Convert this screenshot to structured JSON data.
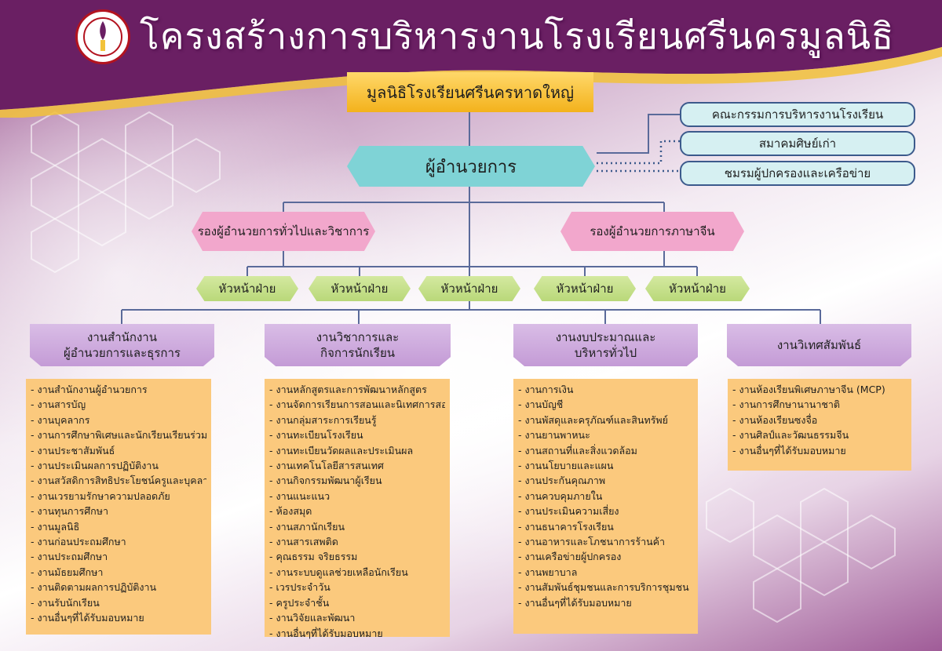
{
  "title": "โครงสร้างการบริหารงานโรงเรียนศรีนครมูลนิธิ",
  "logo": {
    "label": "school-emblem"
  },
  "top_box": "มูลนิธิโรงเรียนศรีนครหาดใหญ่",
  "director": "ผู้อำนวยการ",
  "side_boxes": [
    "คณะกรรมการบริหารงานโรงเรียน",
    "สมาคมศิษย์เก่า",
    "ชมรมผู้ปกครองและเครือข่าย"
  ],
  "deputies": [
    "รองผู้อำนวยการทั่วไปและวิชาการ",
    "รองผู้อำนวยการภาษาจีน"
  ],
  "heads": [
    "หัวหน้าฝ่าย",
    "หัวหน้าฝ่าย",
    "หัวหน้าฝ่าย",
    "หัวหน้าฝ่าย",
    "หัวหน้าฝ่าย"
  ],
  "departments": [
    {
      "title_1": "งานสำนักงาน",
      "title_2": "ผู้อำนวยการและธุรการ",
      "items": [
        "- งานสำนักงานผู้อำนวยการ",
        "- งานสารบัญ",
        "- งานบุคลากร",
        "- งานการศึกษาพิเศษและนักเรียนเรียนร่วม",
        "- งานประชาสัมพันธ์",
        "- งานประเมินผลการปฏิบัติงาน",
        "- งานสวัสดิการสิทธิประโยชน์ครูและบุคลากร",
        "- งานเวรยามรักษาความปลอดภัย",
        "- งานทุนการศึกษา",
        "- งานมูลนิธิ",
        "- งานก่อนประถมศึกษา",
        "- งานประถมศึกษา",
        "- งานมัธยมศึกษา",
        "- งานติดตามผลการปฏิบัติงาน",
        "- งานรับนักเรียน",
        "- งานอื่นๆที่ได้รับมอบหมาย"
      ]
    },
    {
      "title_1": "งานวิชาการและ",
      "title_2": "กิจการนักเรียน",
      "items": [
        "- งานหลักสูตรและการพัฒนาหลักสูตร",
        "- งานจัดการเรียนการสอนและนิเทศการสอน",
        "- งานกลุ่มสาระการเรียนรู้",
        "- งานทะเบียนโรงเรียน",
        "- งานทะเบียนวัดผลและประเมินผล",
        "- งานเทคโนโลยีสารสนเทศ",
        "- งานกิจกรรมพัฒนาผู้เรียน",
        "- งานแนะแนว",
        "- ห้องสมุด",
        "- งานสภานักเรียน",
        "- งานสารเสพติด",
        "- คุณธรรม จริยธรรม",
        "- งานระบบดูแลช่วยเหลือนักเรียน",
        "- เวรประจำวัน",
        "- ครูประจำชั้น",
        "- งานวิจัยและพัฒนา",
        "- งานอื่นๆที่ได้รับมอบหมาย"
      ]
    },
    {
      "title_1": "งานงบประมาณและ",
      "title_2": "บริหารทั่วไป",
      "items": [
        "- งานการเงิน",
        "- งานบัญชี",
        "- งานพัสดุและครุภัณฑ์และสินทรัพย์",
        "- งานยานพาหนะ",
        "- งานสถานที่และสิ่งแวดล้อม",
        "- งานนโยบายและแผน",
        "- งานประกันคุณภาพ",
        "- งานควบคุมภายใน",
        "- งานประเมินความเสี่ยง",
        "- งานธนาคารโรงเรียน",
        "- งานอาหารและโภชนาการร้านค้า",
        "- งานเครือข่ายผู้ปกครอง",
        "- งานพยาบาล",
        "- งานสัมพันธ์ชุมชนและการบริการชุมชน",
        "- งานอื่นๆที่ได้รับมอบหมาย"
      ]
    },
    {
      "title_1": "งานวิเทศสัมพันธ์",
      "title_2": "",
      "items": [
        "- งานห้องเรียนพิเศษภาษาจีน (MCP)",
        "- งานการศึกษานานาชาติ",
        "- งานห้องเรียนซงจื่อ",
        "- งานศิลป์และวัฒนธรรมจีน",
        "- งานอื่นๆที่ได้รับมอบหมาย"
      ]
    }
  ],
  "colors": {
    "gold": "#f3b21c",
    "teal": "#7fd3d6",
    "pink": "#f2a7cc",
    "green": "#b9d879",
    "lavender": "#c49bd6",
    "list_bg": "#fbc97d",
    "purple": "#6a1f63",
    "line": "#5a6a9a"
  }
}
